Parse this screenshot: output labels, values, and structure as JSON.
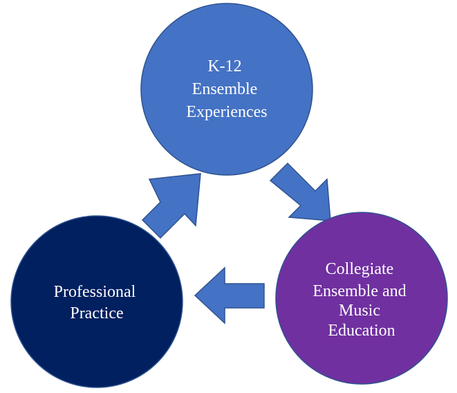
{
  "nodes": {
    "k12": {
      "lines": [
        "K-12",
        "Ensemble",
        "Experiences"
      ],
      "color": "#4472C4"
    },
    "collegiate": {
      "lines": [
        "Collegiate",
        "Ensemble and",
        "Music",
        "Education"
      ],
      "color": "#7030A0"
    },
    "professional": {
      "lines": [
        "Professional",
        "Practice"
      ],
      "color": "#002060"
    }
  },
  "arrow_color": "#4472C4",
  "stroke_color": "#2F528F"
}
